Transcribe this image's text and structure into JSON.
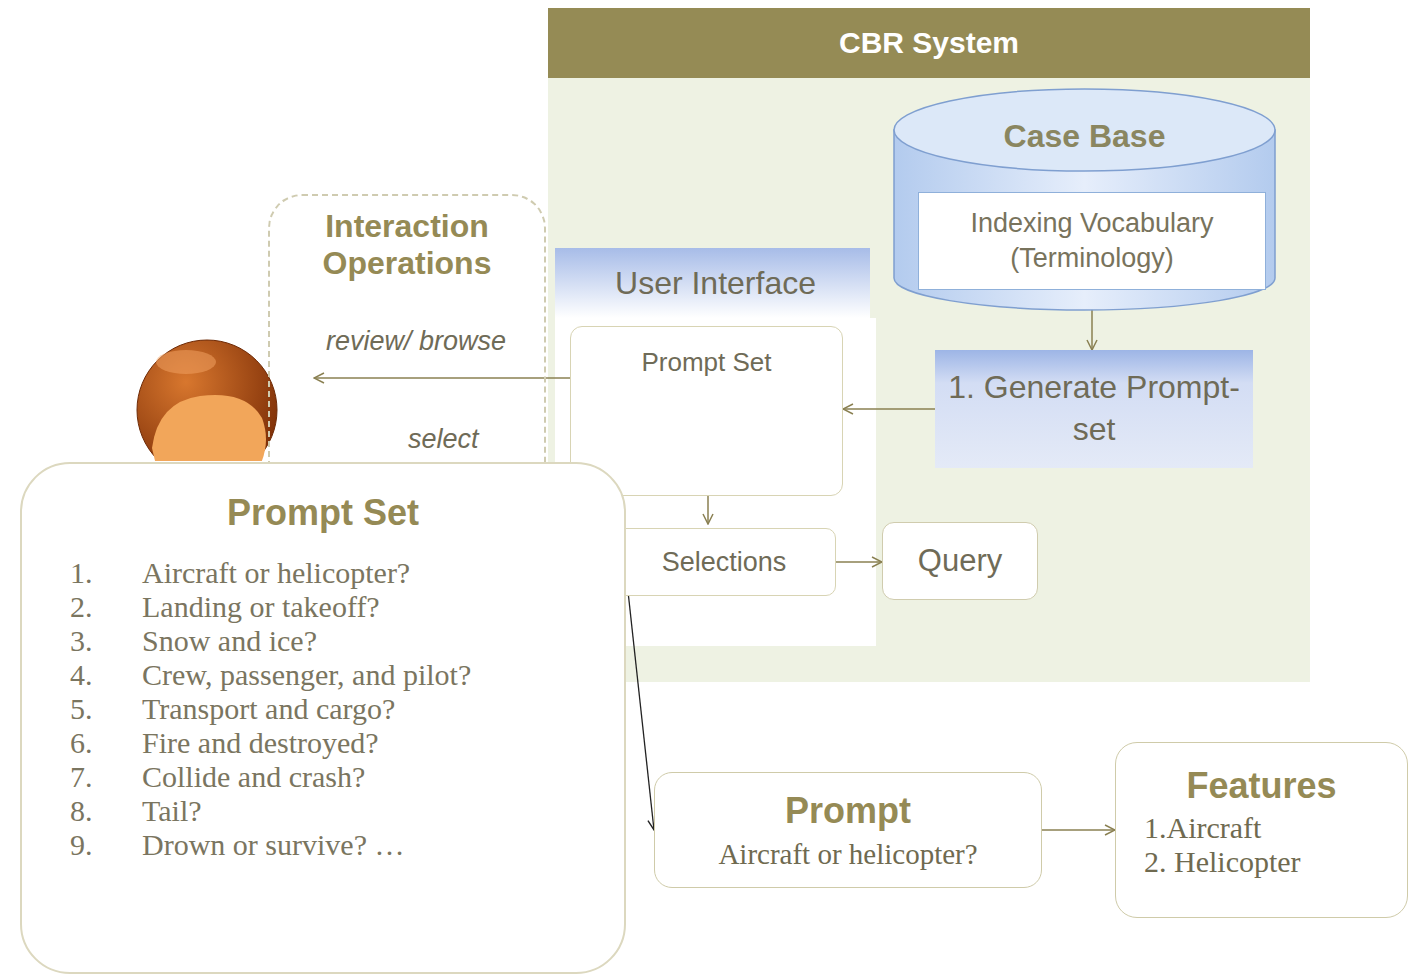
{
  "diagram": {
    "nodes": [
      {
        "text": [
          "CBR System"
        ]
      },
      {
        "text": [
          "Case Base"
        ],
        "in": 0
      },
      {
        "text": [
          "Indexing Vocabulary (Terminology)"
        ],
        "in": 1
      },
      {
        "text": [
          "1. Generate Prompt-set"
        ],
        "in": 0
      },
      {
        "text": [
          "User Interface"
        ],
        "in": 0
      },
      {
        "text": [
          "Prompt Set"
        ],
        "in": 4
      },
      {
        "text": [
          "Selections"
        ],
        "in": 4
      },
      {
        "text": [
          "Query"
        ],
        "in": 0
      },
      {
        "text": [
          "Interaction Operations"
        ]
      },
      {
        "text": [
          "Prompt Set",
          "1.",
          "Aircraft or helicopter?",
          "2.",
          "Landing or takeoff?",
          "3.",
          "Snow and ice?",
          "4.",
          "Crew, passenger, and pilot?",
          "5.",
          "Transport and cargo?",
          "6.",
          "Fire and destroyed?",
          "7.",
          "Collide and crash?",
          "8.",
          "Tail?",
          "9.",
          "Drown or survive? …"
        ]
      },
      {
        "text": [
          "Prompt",
          "Aircraft or helicopter?"
        ]
      },
      {
        "text": [
          "Features",
          "1.Aircraft",
          "2. Helicopter"
        ]
      }
    ],
    "edges": [
      {
        "from": 2,
        "to": 3,
        "arrow": "to"
      },
      {
        "from": 3,
        "to": 5,
        "arrow": "to"
      },
      {
        "from": 6,
        "to": 7,
        "arrow": "to"
      },
      {
        "from": 9,
        "to": 10,
        "arrow": "to"
      },
      {
        "from": 10,
        "to": 11,
        "arrow": "to"
      }
    ],
    "labels": [
      "review/ browse",
      "select"
    ]
  }
}
